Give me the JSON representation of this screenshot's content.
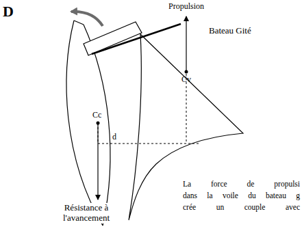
{
  "diagram": {
    "labels": [
      "D",
      "Propulsion",
      "Bateau Gité",
      "Cv",
      "Cc",
      "d",
      "Résistance à l'avancement",
      "La force de propulsi",
      "dans la voile du bateau g",
      "crée un couple avec"
    ]
  }
}
